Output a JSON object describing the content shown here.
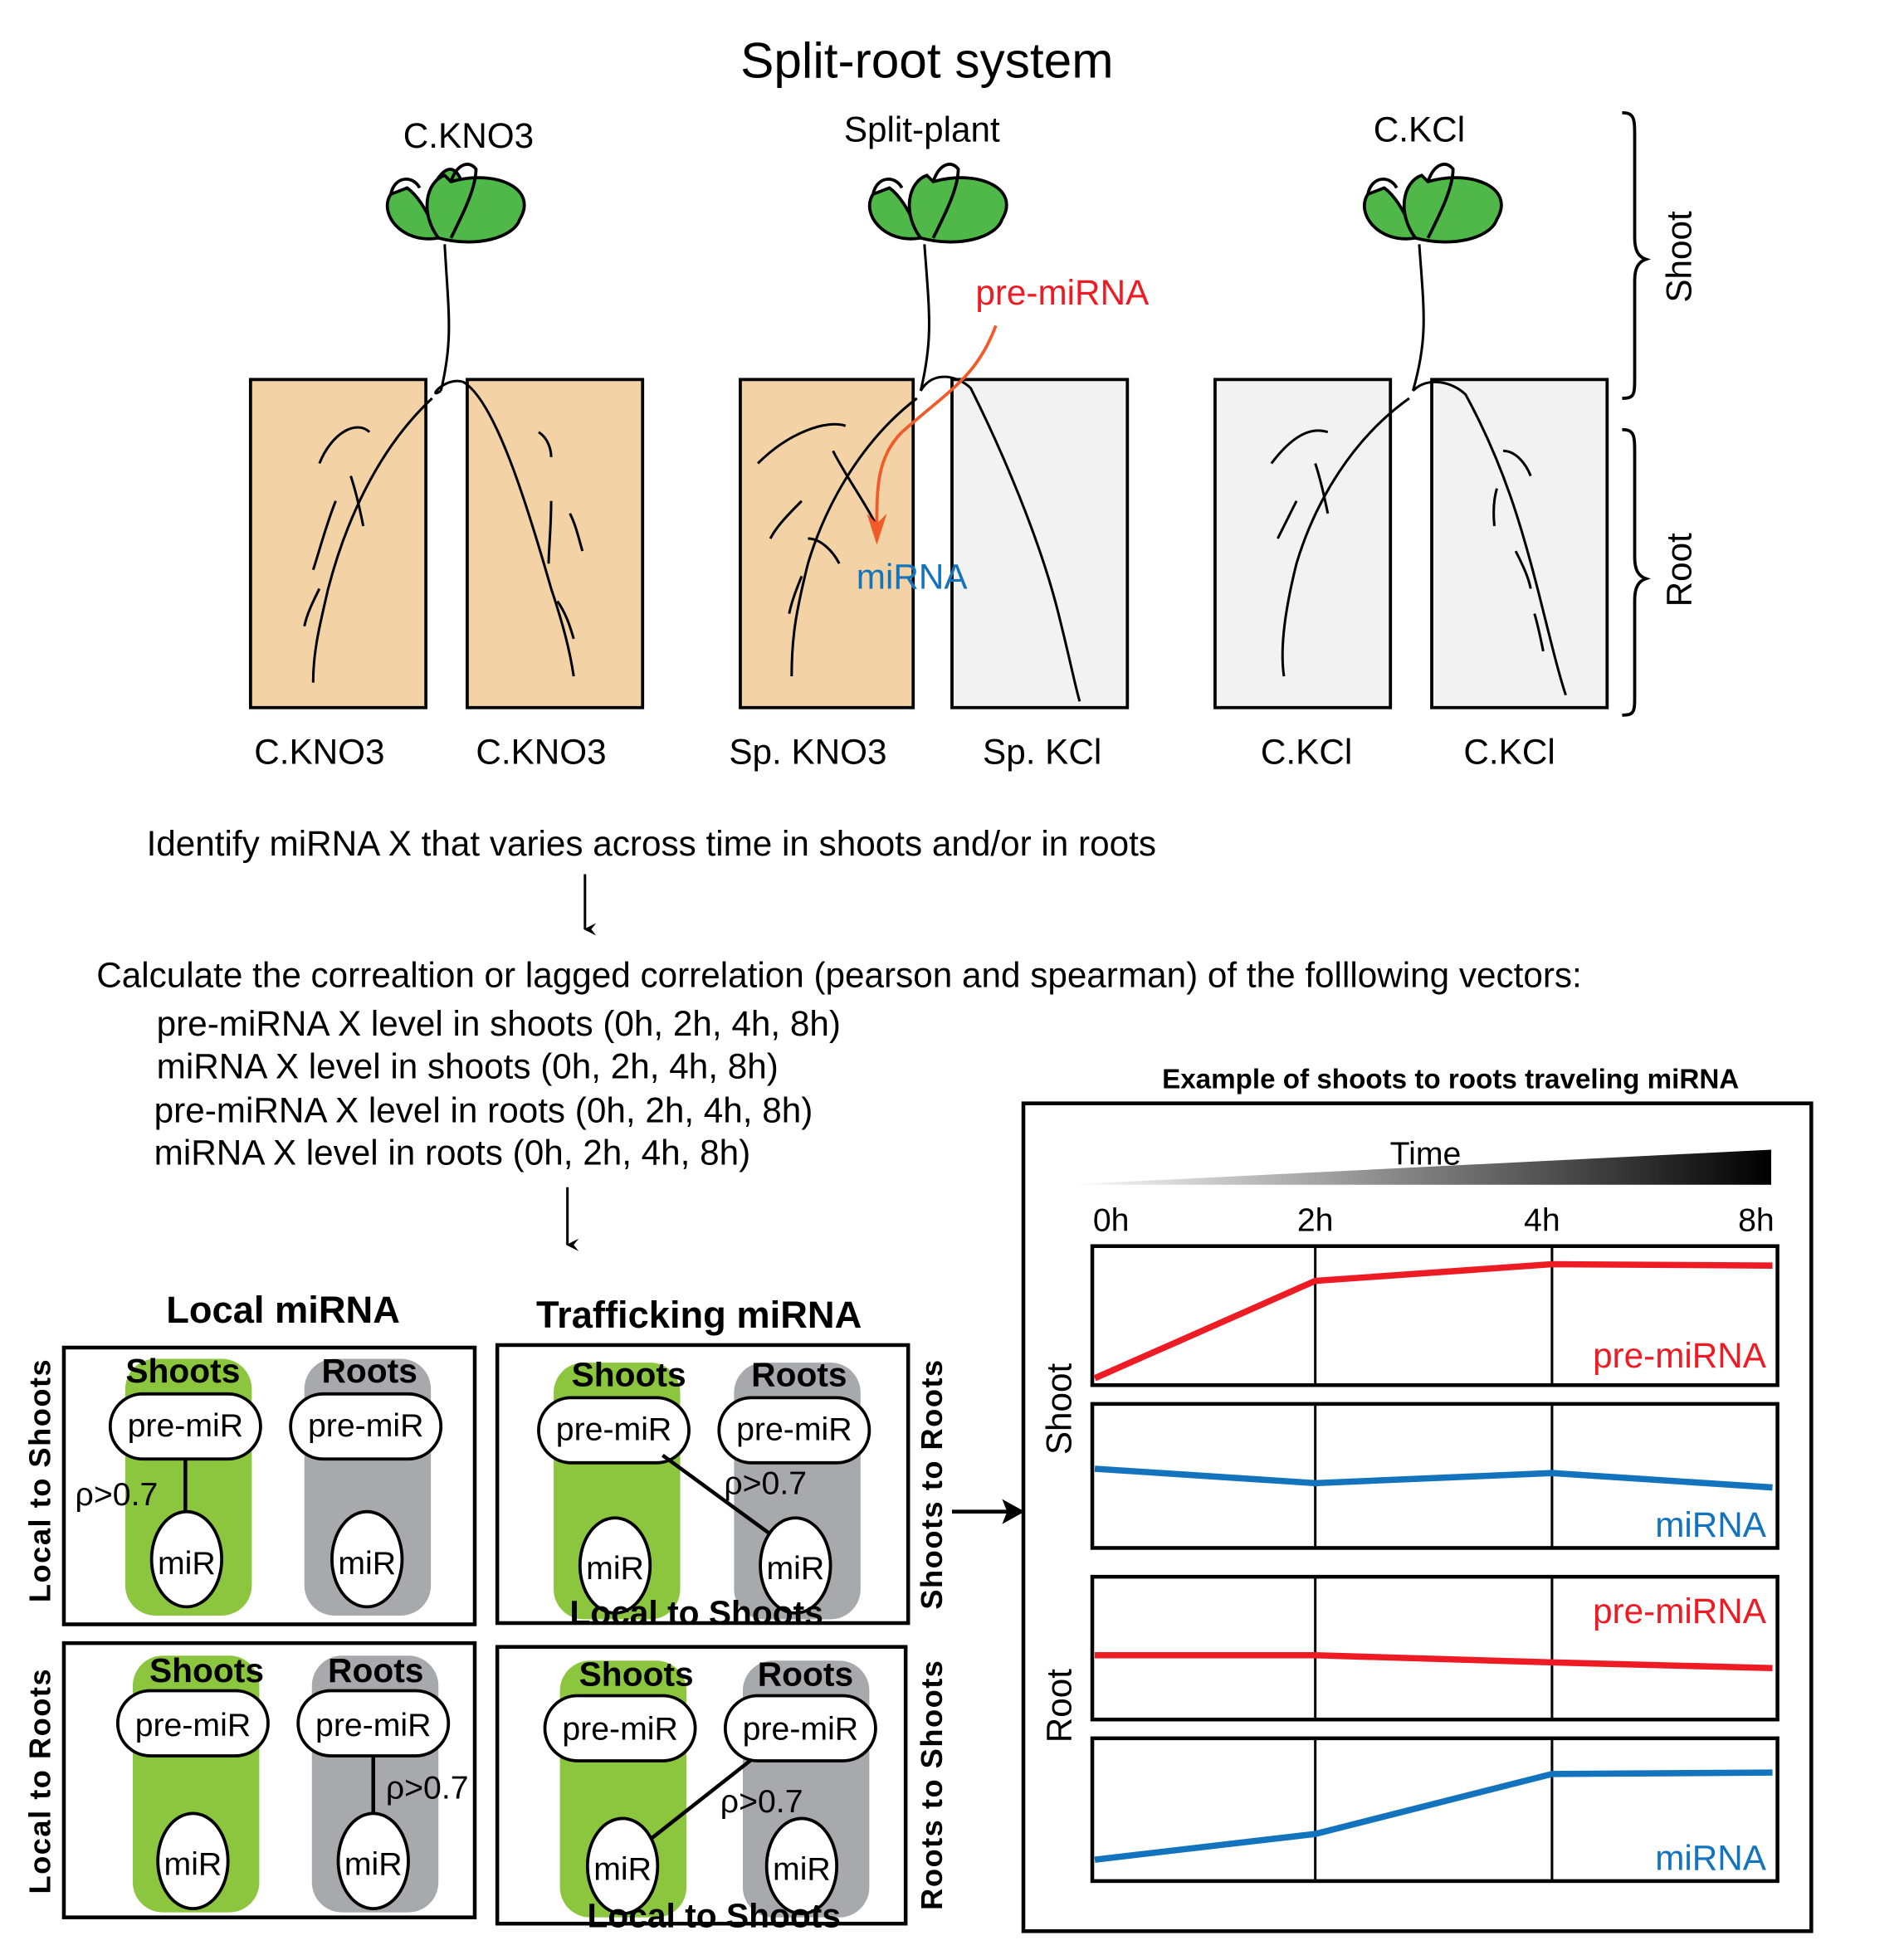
{
  "title": "Split-root system",
  "plants": [
    {
      "label": "C.KNO3",
      "left_box": "C.KNO3",
      "right_box": "C.KNO3",
      "left_color": "#f3d3a5",
      "right_color": "#f3d3a5"
    },
    {
      "label": "Split-plant",
      "left_box": "Sp. KNO3",
      "right_box": "Sp. KCl",
      "left_color": "#f3d3a5",
      "right_color": "#f2f2f2"
    },
    {
      "label": "C.KCl",
      "left_box": "C.KCl",
      "right_box": "C.KCl",
      "left_color": "#f2f2f2",
      "right_color": "#f2f2f2"
    }
  ],
  "annotations": {
    "pre_mirna": "pre-miRNA",
    "mirna": "miRNA"
  },
  "brackets": {
    "shoot": "Shoot",
    "root": "Root"
  },
  "steps": {
    "identify": "Identify miRNA X that varies across time in shoots and/or in roots",
    "calculate": "Calculate the correaltion or lagged correlation (pearson and spearman) of the folllowing vectors:",
    "vectors": [
      "pre-miRNA X level in shoots (0h, 2h, 4h, 8h)",
      "miRNA X level in shoots (0h, 2h, 4h, 8h)",
      "pre-miRNA X level in roots (0h, 2h, 4h, 8h)",
      "miRNA X level in roots (0h, 2h, 4h, 8h)"
    ]
  },
  "local": {
    "title": "Local miRNA",
    "panels": [
      {
        "side": "Local to Shoots",
        "shoots": "Shoots",
        "roots": "Roots",
        "pre": "pre-miR",
        "mir": "miR",
        "rho": "ρ>0.7"
      },
      {
        "side": "Local to Roots",
        "shoots": "Shoots",
        "roots": "Roots",
        "pre": "pre-miR",
        "mir": "miR",
        "rho": "ρ>0.7"
      }
    ]
  },
  "trafficking": {
    "title": "Trafficking miRNA",
    "panels": [
      {
        "side": "Shoots to Roots",
        "shoots": "Shoots",
        "roots": "Roots",
        "pre": "pre-miR",
        "mir": "miR",
        "rho": "ρ>0.7",
        "overlay": "Local to Shoots"
      },
      {
        "side": "Roots to Shoots",
        "shoots": "Shoots",
        "roots": "Roots",
        "pre": "pre-miR",
        "mir": "miR",
        "rho": "ρ>0.7",
        "overlay": "Local to Shoots"
      }
    ]
  },
  "colors": {
    "shoot_green": "#8cc63f",
    "root_gray": "#a7a9ac",
    "leaf_green": "#50b848",
    "pre_red": "#ed1c24",
    "mir_blue": "#1374bd",
    "arrow_orange": "#f15a29"
  },
  "chart_data": {
    "type": "line",
    "title": "Example of shoots to roots traveling miRNA",
    "time_label": "Time",
    "x": [
      "0h",
      "2h",
      "4h",
      "8h"
    ],
    "xlabel": "Time",
    "ylabel": "",
    "grid": true,
    "groups": [
      {
        "label": "Shoot",
        "series": [
          {
            "name": "pre-miRNA",
            "color": "#ed1c24",
            "values": [
              0.05,
              0.75,
              0.87,
              0.86
            ]
          },
          {
            "name": "miRNA",
            "color": "#1374bd",
            "values": [
              0.55,
              0.45,
              0.52,
              0.42
            ]
          }
        ]
      },
      {
        "label": "Root",
        "series": [
          {
            "name": "pre-miRNA",
            "color": "#ed1c24",
            "values": [
              0.45,
              0.45,
              0.4,
              0.36
            ]
          },
          {
            "name": "miRNA",
            "color": "#1374bd",
            "values": [
              0.15,
              0.33,
              0.75,
              0.76
            ]
          }
        ]
      }
    ],
    "ylim": [
      0,
      1
    ]
  }
}
